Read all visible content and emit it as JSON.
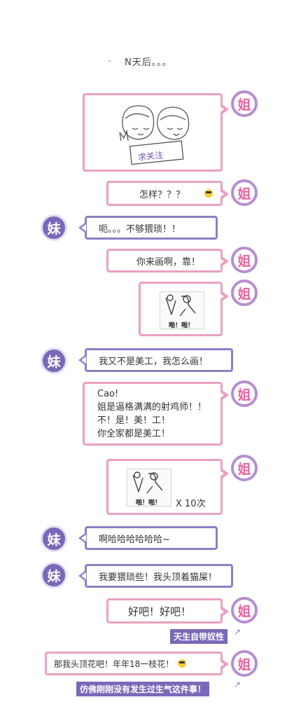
{
  "title": "N天后。。。",
  "avatars": {
    "jie": "姐",
    "mei": "妹"
  },
  "messages": {
    "m1_sign": "求关注",
    "m2": "怎样？？？",
    "m3": "呃。。。不够猥琐！！",
    "m4": "你来画啊，靠！",
    "m5_caption": "啪！啪！",
    "m6": "我又不是美工，我怎么画！",
    "m7_lines": [
      "Cao!",
      "姐是逼格满满的射鸡师！！",
      "不！是！美！工！",
      "你全家都是美工！"
    ],
    "m8_caption": "啪！啪！",
    "m8_suffix": "X 10次",
    "m9": "啊哈哈哈哈哈哈~",
    "m10": "我要猥琐些！我头顶着猫屎！",
    "m11": "好吧！好吧！",
    "m11_note": "天生自带奴性",
    "m12": "那我头顶花吧！年年18一枝花！",
    "m12_note": "仿佛刚刚没有发生过生气这件事！"
  },
  "colors": {
    "pink": "#eba0c2",
    "purple": "#8c7fc3",
    "avatar_jie_text": "#e9649f",
    "avatar_mei_bg": "#7a68b8"
  },
  "icons": {
    "emoji": "sunglasses-emoji-icon",
    "note_arrow": "corner-arrow-icon"
  }
}
